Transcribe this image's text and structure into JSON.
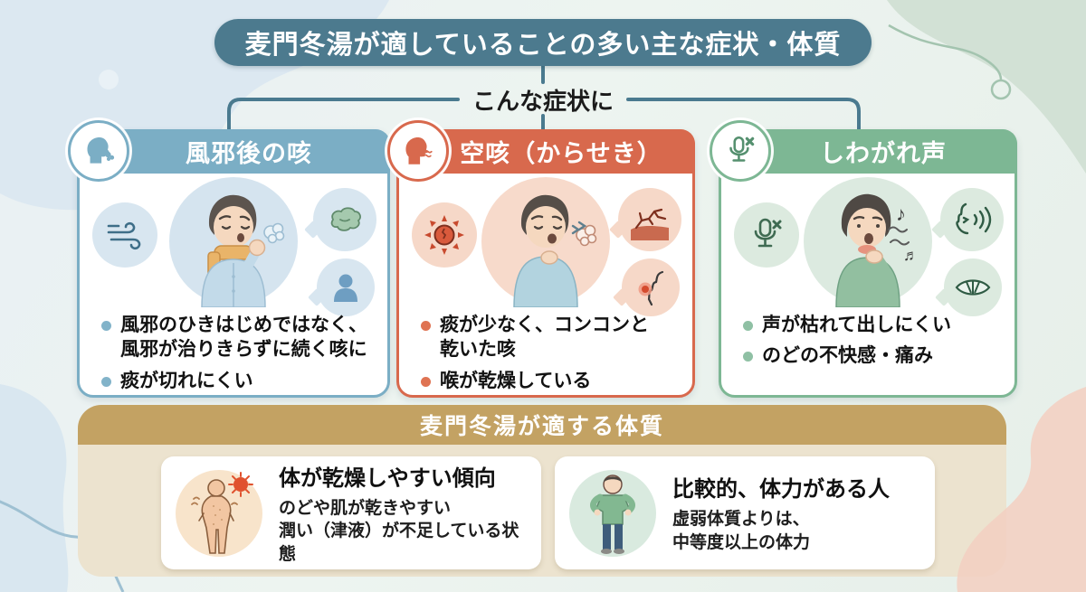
{
  "header": {
    "title": "麦門冬湯が適していることの多い主な症状・体質",
    "symptoms_label": "こんな症状に"
  },
  "symptom_cards": [
    {
      "title": "風邪後の咳",
      "accent": "#7BAEC5",
      "header_icon": "coughing-person-icon",
      "satellite_icons": [
        "wind-icon",
        "phlegm-icon",
        "person-silhouette-icon"
      ],
      "bullets": [
        "風邪のひきはじめではなく、\n風邪が治りきらずに続く咳に",
        "痰が切れにくい"
      ]
    },
    {
      "title": "空咳（からせき）",
      "accent": "#D8694D",
      "header_icon": "coughing-head-icon",
      "satellite_icons": [
        "dry-sun-icon",
        "cracked-earth-icon",
        "sore-throat-icon"
      ],
      "bullets": [
        "痰が少なく、コンコンと\n乾いた咳",
        "喉が乾燥している"
      ]
    },
    {
      "title": "しわがれ声",
      "accent": "#7DB794",
      "header_icon": "muted-mic-icon",
      "satellite_icons": [
        "muted-mic-icon",
        "speaking-mouth-icon",
        "open-mouth-icon"
      ],
      "bullets": [
        "声が枯れて出しにくい",
        "のどの不快感・痛み"
      ],
      "music_note_1": "♪",
      "music_note_2": "♬"
    }
  ],
  "constitution": {
    "title": "麦門冬湯が適する体質",
    "cards": [
      {
        "title": "体が乾燥しやすい傾向",
        "description": "のどや肌が乾きやすい\n潤い（津液）が不足している状態",
        "icon": "dry-body-icon"
      },
      {
        "title": "比較的、体力がある人",
        "description": "虚弱体質よりは、\n中等度以上の体力",
        "icon": "standing-man-icon"
      }
    ]
  },
  "colors": {
    "title_bg": "#4C7A8E",
    "connector_line": "#4A7A8F",
    "card1_accent": "#7BAEC5",
    "card2_accent": "#D8694D",
    "card3_accent": "#7DB794",
    "panel_header_bg": "#C3A263",
    "panel_bg": "#ECE3CF",
    "background": "#EDF4F0"
  }
}
